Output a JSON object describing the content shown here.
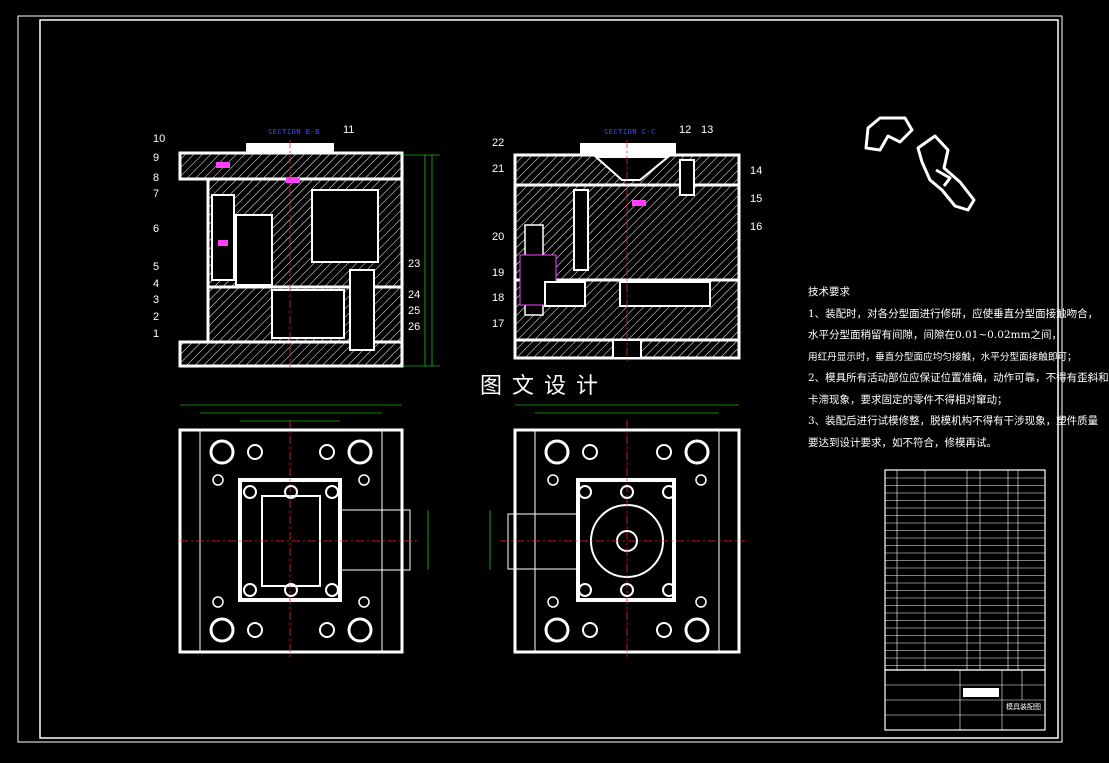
{
  "drawing": {
    "watermark": "图文设计",
    "section_b": "SECTION B-B",
    "section_c": "SECTION C-C",
    "left_callouts": [
      "10",
      "9",
      "8",
      "7",
      "6",
      "5",
      "4",
      "3",
      "2",
      "1"
    ],
    "top_left_callout": "11",
    "right_of_left_callouts": [
      "23",
      "24",
      "25",
      "26"
    ],
    "mid_left_callouts": [
      "22",
      "21",
      "20",
      "19",
      "18",
      "17"
    ],
    "top_right_callouts": [
      "12",
      "13"
    ],
    "right_callouts": [
      "14",
      "15",
      "16"
    ],
    "notes": {
      "title": "技术要求",
      "lines": [
        "1、装配时，对各分型面进行修研，应使垂直分型面接触吻合，",
        "水平分型面稍留有间隙，间隙在0.01~0.02mm之间，",
        "用红丹显示时，垂直分型面应均匀接触，水平分型面接触即可；",
        "2、模具所有活动部位应保证位置准确，动作可靠，不得有歪斜和",
        "卡滞现象，要求固定的零件不得相对窜动；",
        "3、装配后进行试模修整，脱模机构不得有干涉现象，塑件质量",
        "要达到设计要求，如不符合，修模再试。"
      ]
    },
    "title_block": {
      "drawing_name": "模具装配图"
    },
    "colors": {
      "line": "#ffffff",
      "section_text": "#3050ff",
      "center_line": "#ff2020",
      "accent_magenta": "#ff40ff",
      "dim_green": "#20ff20"
    }
  }
}
